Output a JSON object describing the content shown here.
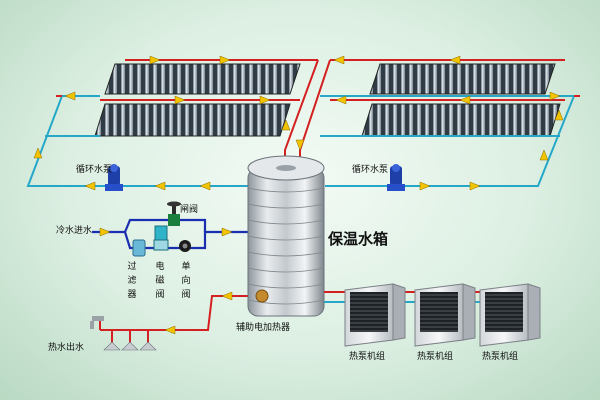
{
  "labels": {
    "tank": "保温水箱",
    "pump_left": "循环水泵",
    "pump_right": "循环水泵",
    "cold_inlet": "冷水进水",
    "gate_valve": "闸阀",
    "filter": "过滤器",
    "solenoid_valve": "电磁阀",
    "check_valve": "单向阀",
    "hot_outlet": "热水出水",
    "aux_heater": "辅助电加热器",
    "heat_pump_1": "热泵机组",
    "heat_pump_2": "热泵机组",
    "heat_pump_3": "热泵机组"
  },
  "icons": [
    "solar-collector-icon",
    "circulation-pump-icon",
    "gate-valve-icon",
    "filter-icon",
    "solenoid-valve-icon",
    "check-valve-icon",
    "heat-pump-unit-icon",
    "faucet-icon",
    "shower-head-icon",
    "flow-arrow-icon"
  ],
  "colors": {
    "hot_pipe": "#d42020",
    "cold_pipe": "#25a8c8",
    "inlet_pipe": "#1a2fb0",
    "arrow": "#f2c300",
    "panel": "#3c4a56",
    "tank_metal": "#c9ced3"
  }
}
